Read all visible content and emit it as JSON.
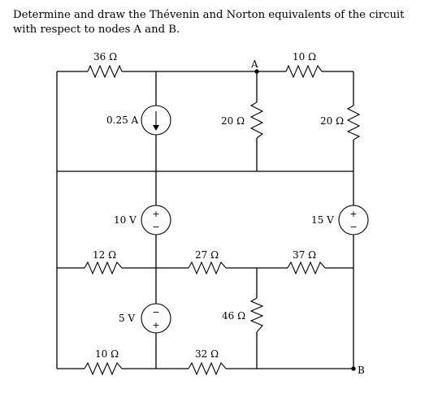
{
  "problem": {
    "text": "Determine and draw the Thévenin and Norton equivalents of the circuit with respect to nodes A and B."
  },
  "circuit": {
    "nodes": {
      "a": "A",
      "b": "B"
    },
    "resistors": {
      "r36": "36 Ω",
      "r10_top": "10 Ω",
      "r20_mid": "20 Ω",
      "r20_right": "20 Ω",
      "r12": "12 Ω",
      "r27": "27 Ω",
      "r37": "37 Ω",
      "r46": "46 Ω",
      "r10_bot": "10 Ω",
      "r32": "32 Ω"
    },
    "sources": {
      "i025": "0.25 A",
      "v10": "10 V",
      "v15": "15 V",
      "v5": "5 V"
    },
    "signs": {
      "plus": "+",
      "minus": "−"
    }
  }
}
